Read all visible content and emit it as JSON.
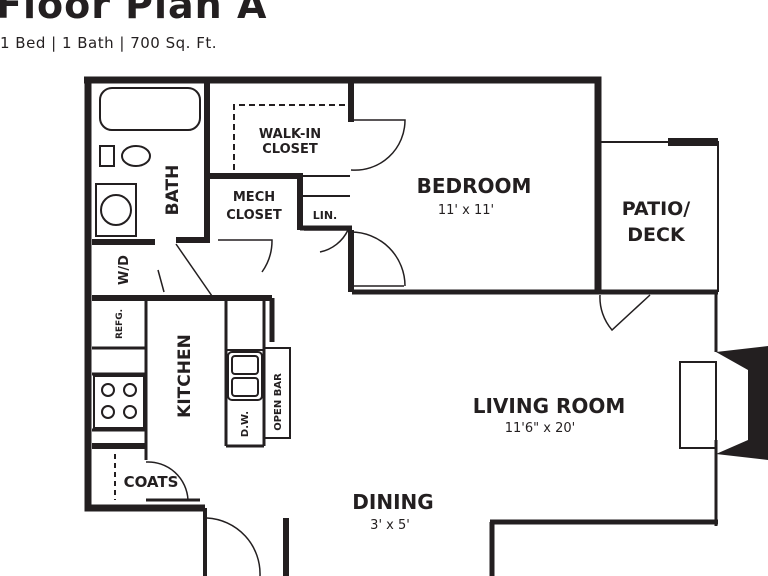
{
  "header": {
    "title": "Floor Plan A",
    "subtitle": "1 Bed | 1 Bath | 700 Sq. Ft."
  },
  "rooms": {
    "walk_in_closet": {
      "line1": "WALK-IN",
      "line2": "CLOSET"
    },
    "bedroom": {
      "name": "BEDROOM",
      "size": "11' x 11'"
    },
    "bath": "BATH",
    "mech_closet": {
      "line1": "MECH",
      "line2": "CLOSET"
    },
    "linen": "LIN.",
    "patio_deck": {
      "line1": "PATIO/",
      "line2": "DECK"
    },
    "wd": "W/D",
    "refrigerator": "REFG.",
    "kitchen": "KITCHEN",
    "dishwasher": "D.W.",
    "open_bar": "OPEN BAR",
    "living_room": {
      "name": "LIVING ROOM",
      "size": "11'6\" x 20'"
    },
    "coats": "COATS",
    "dining": {
      "name": "DINING",
      "size": "3' x 5'"
    }
  },
  "colors": {
    "wall": "#231f20",
    "background": "#ffffff"
  }
}
